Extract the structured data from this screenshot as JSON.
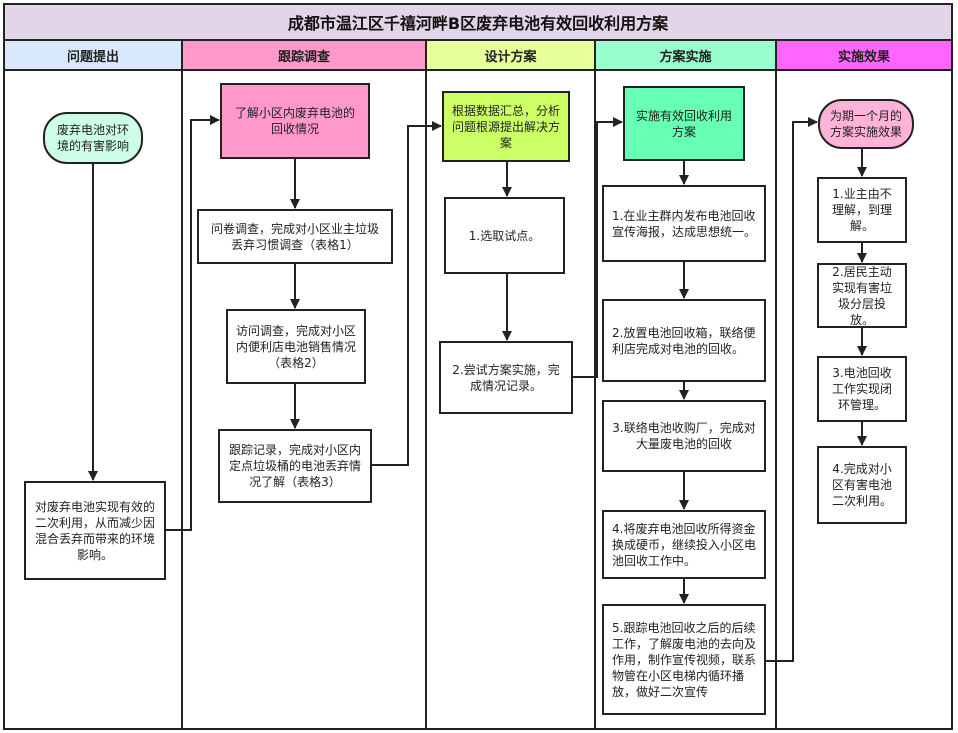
{
  "title": "成都市温江区千禧河畔B区废弃电池有效回收利用方案",
  "lanes": [
    {
      "label": "问题提出",
      "color": "#dae8fc"
    },
    {
      "label": "跟踪调查",
      "color": "#ff99cc"
    },
    {
      "label": "设计方案",
      "color": "#e6ff99"
    },
    {
      "label": "方案实施",
      "color": "#99ffcc"
    },
    {
      "label": "实施效果",
      "color": "#ff66ff"
    }
  ],
  "nodes": {
    "problem_start": "废弃电池对环境的有害影响",
    "problem_end": "对废弃电池实现有效的二次利用，从而减少因混合丢弃而带来的环境影响。",
    "survey_head": "了解小区内废弃电池的回收情况",
    "survey_1": "问卷调查，完成对小区业主垃圾丢弃习惯调查（表格1）",
    "survey_2": "访问调查，完成对小区内便利店电池销售情况（表格2）",
    "survey_3": "跟踪记录，完成对小区内定点垃圾桶的电池丢弃情况了解（表格3）",
    "design_head": "根据数据汇总，分析问题根源提出解决方案",
    "design_1": "1.选取试点。",
    "design_2": "2.尝试方案实施，完成情况记录。",
    "impl_head": "实施有效回收利用方案",
    "impl_1": "1.在业主群内发布电池回收宣传海报，达成思想统一。",
    "impl_2": "2.放置电池回收箱，联络便利店完成对电池的回收。",
    "impl_3": "3.联络电池收购厂，完成对大量废电池的回收",
    "impl_4": "4.将废弃电池回收所得资金换成硬币，继续投入小区电池回收工作中。",
    "impl_5": "5.跟踪电池回收之后的后续工作，了解废电池的去向及作用，制作宣传视频，联系物管在小区电梯内循环播放，做好二次宣传",
    "effect_head": "为期一个月的方案实施效果",
    "effect_1": "1.业主由不理解，到理解。",
    "effect_2": "2.居民主动实现有害垃圾分层投放。",
    "effect_3": "3.电池回收工作实现闭环管理。",
    "effect_4": "4.完成对小区有害电池二次利用。"
  },
  "colors": {
    "problem_start": "#ccffe6",
    "survey_head": "#ff99cc",
    "design_head": "#ccff66",
    "impl_head": "#66ffb3",
    "effect_head": "#ffb3d9",
    "title_bg": "#e1d5e7"
  }
}
